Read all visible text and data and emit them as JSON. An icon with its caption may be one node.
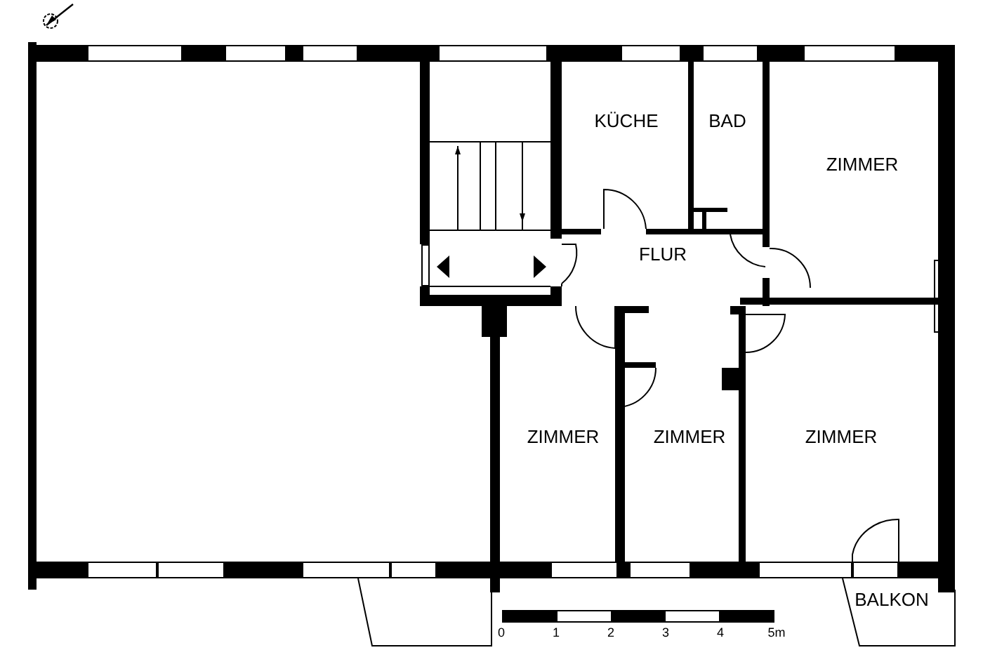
{
  "diagram": {
    "labels": [
      "KÜCHE",
      "BAD",
      "ZIMMER",
      "FLUR",
      "ZIMMER",
      "ZIMMER",
      "ZIMMER",
      "BALKON",
      "0",
      "1",
      "2",
      "3",
      "4",
      "5m"
    ]
  }
}
